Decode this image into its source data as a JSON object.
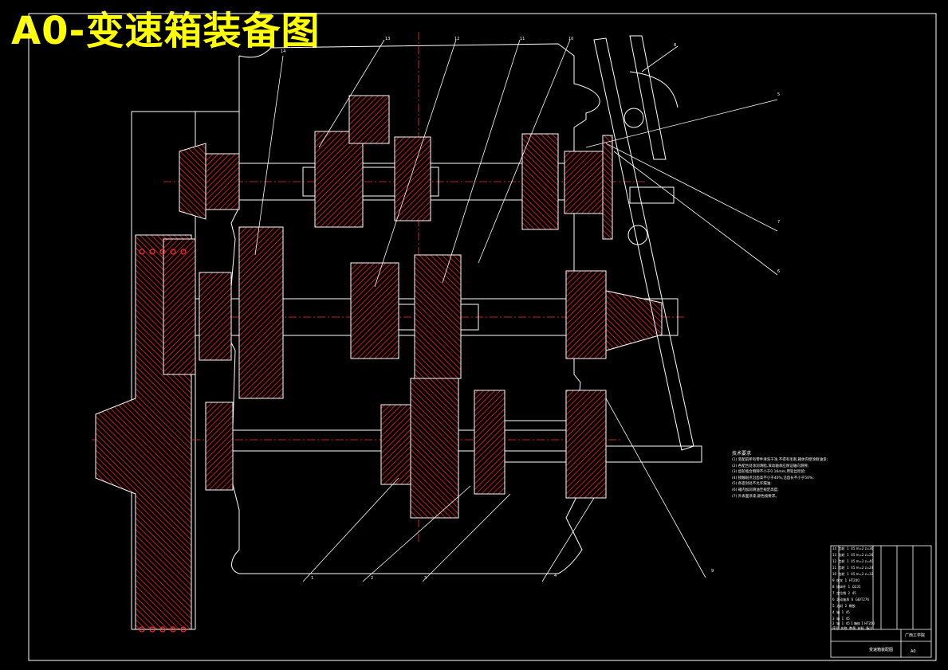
{
  "drawing": {
    "title": "A0-变速箱装备图",
    "colors": {
      "background": "#000000",
      "outline": "#ffffff",
      "hatch": "#ff2020",
      "centerline": "#ff3030",
      "title": "#ffff00"
    }
  },
  "tech_notes": {
    "heading": "技术要求",
    "lines": [
      "(1) 装配前所有零件清洗干净,不得有毛刺,箱体内壁涂耐油漆;",
      "(2) 各配合处涂润滑脂,滚动轴承应保证轴向游隙;",
      "(3) 齿轮啮合侧隙不小于0.16mm,用铅丝检验;",
      "(4) 接触斑点沿齿高不小于40%,沿齿长不小于50%;",
      "(5) 各密封处不允许漏油;",
      "(6) 箱内加润滑油至规定高度;",
      "(7) 外表面涂漆,颜色按要求。"
    ]
  },
  "callouts": [
    "1",
    "2",
    "3",
    "4",
    "5",
    "6",
    "7",
    "8",
    "9",
    "10",
    "11",
    "12",
    "13",
    "14"
  ],
  "title_block": {
    "parts_header": [
      "序号",
      "名称",
      "数量",
      "材料",
      "备注"
    ],
    "parts_rows": [
      [
        "14",
        "齿轮",
        "1",
        "45",
        "m=2 z=36"
      ],
      [
        "13",
        "齿轮",
        "1",
        "45",
        "m=2 z=28"
      ],
      [
        "12",
        "齿轮",
        "1",
        "45",
        "m=2 z=40"
      ],
      [
        "11",
        "齿轮",
        "1",
        "45",
        "m=2 z=24"
      ],
      [
        "10",
        "齿轮",
        "1",
        "45",
        "m=2 z=32"
      ],
      [
        "9",
        "拨叉",
        "1",
        "HT200",
        ""
      ],
      [
        "8",
        "操纵杆",
        "1",
        "Q235",
        ""
      ],
      [
        "7",
        "定位销",
        "2",
        "45",
        ""
      ],
      [
        "6",
        "滚动轴承",
        "6",
        "",
        "GB/T276"
      ],
      [
        "5",
        "油封",
        "2",
        "橡胶",
        ""
      ],
      [
        "4",
        "轴",
        "1",
        "45",
        ""
      ],
      [
        "3",
        "轴",
        "1",
        "45",
        ""
      ],
      [
        "2",
        "轴",
        "1",
        "45",
        ""
      ],
      [
        "1",
        "箱体",
        "1",
        "HT200",
        ""
      ]
    ],
    "drawing_name": "变速箱装配图",
    "school": "广西工学院",
    "sheet": "A0"
  }
}
